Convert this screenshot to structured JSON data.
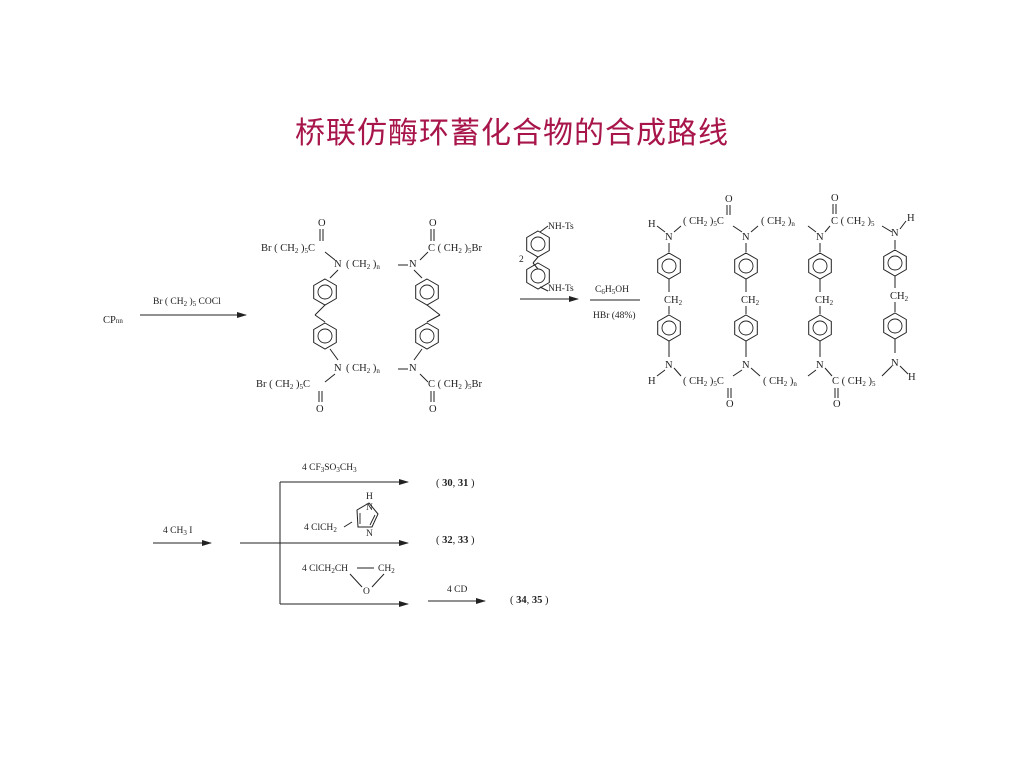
{
  "slide": {
    "title": "桥联仿酶环蓄化合物的合成路线"
  },
  "scheme_text": {
    "start_material": "CP",
    "start_sub": "nn",
    "reagent1": "Br ( CH",
    "reagent1_tail": " COCl",
    "reagent2_count": "2",
    "nhts": "NH-Ts",
    "c6h5oh": "C",
    "hbr": "HBr (48%)",
    "br_ch2": "Br ( CH",
    "ch2_br": "( CH",
    "n_chain": "( CH",
    "ch2": "CH",
    "methyl": "4 CH",
    "methyl_tail": " I",
    "triflate": "4 CF",
    "clch2": "4 ClCH",
    "epoxide": "4 ClCH",
    "epoxide_ch": "CH",
    "cd": "4 CD",
    "product_a": "30",
    "product_b": "31",
    "product_c": "32",
    "product_d": "33",
    "product_e": "34",
    "product_f": "35"
  },
  "colors": {
    "title": "#a8154a",
    "ink": "#222222"
  }
}
